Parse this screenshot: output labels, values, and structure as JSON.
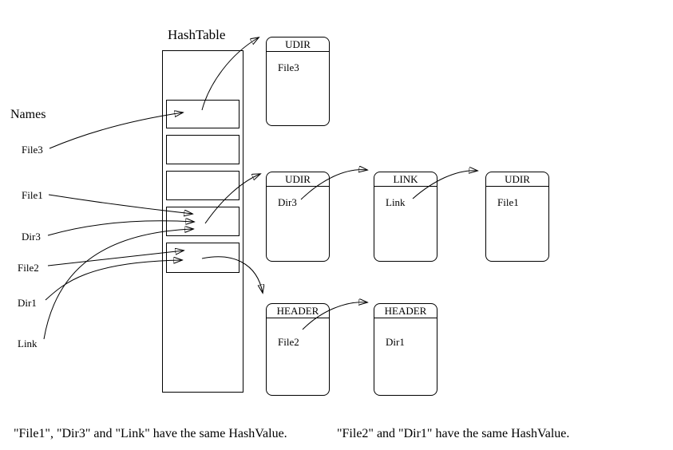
{
  "title": "HashTable",
  "names_title": "Names",
  "names": [
    {
      "label": "File3"
    },
    {
      "label": "File1"
    },
    {
      "label": "Dir3"
    },
    {
      "label": "File2"
    },
    {
      "label": "Dir1"
    },
    {
      "label": "Link"
    }
  ],
  "hash_table": {
    "slot_count": 5
  },
  "nodes": [
    {
      "type": "UDIR",
      "value": "File3"
    },
    {
      "type": "UDIR",
      "value": "Dir3"
    },
    {
      "type": "LINK",
      "value": "Link"
    },
    {
      "type": "UDIR",
      "value": "File1"
    },
    {
      "type": "HEADER",
      "value": "File2"
    },
    {
      "type": "HEADER",
      "value": "Dir1"
    }
  ],
  "edges": [
    {
      "from": "File3",
      "to": "slot-1"
    },
    {
      "from": "File1",
      "to": "slot-4"
    },
    {
      "from": "Dir3",
      "to": "slot-4"
    },
    {
      "from": "Link",
      "to": "slot-4"
    },
    {
      "from": "File2",
      "to": "slot-5"
    },
    {
      "from": "Dir1",
      "to": "slot-5"
    },
    {
      "from": "slot-1",
      "to": "UDIR File3"
    },
    {
      "from": "slot-4",
      "to": "UDIR Dir3"
    },
    {
      "from": "slot-5",
      "to": "HEADER File2"
    },
    {
      "from": "UDIR Dir3",
      "to": "LINK Link"
    },
    {
      "from": "LINK Link",
      "to": "UDIR File1"
    },
    {
      "from": "HEADER File2",
      "to": "HEADER Dir1"
    }
  ],
  "captions": {
    "left": "\"File1\", \"Dir3\" and \"Link\" have the same HashValue.",
    "right": "\"File2\" and \"Dir1\" have the same HashValue."
  },
  "colors": {
    "line": "#000000",
    "background": "#ffffff"
  }
}
